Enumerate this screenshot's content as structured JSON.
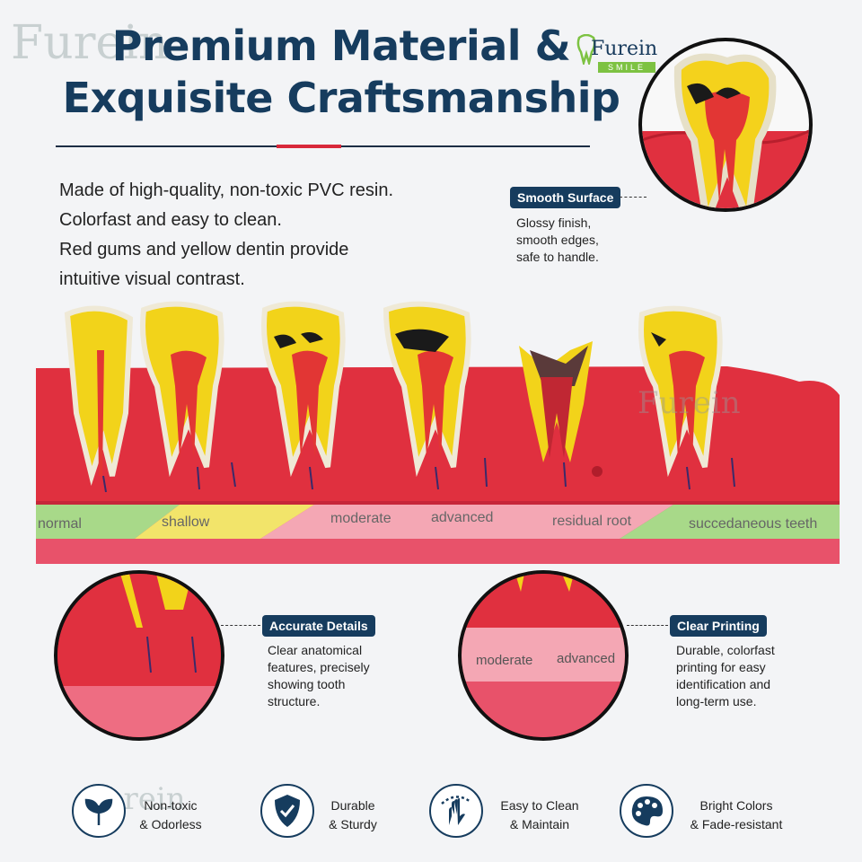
{
  "header": {
    "title_line1": "Premium Material &",
    "title_line2": "Exquisite Craftsmanship",
    "brand_word": "Furein",
    "brand_tagline": "SMILE"
  },
  "intro": {
    "lines": [
      "Made of high-quality, non-toxic PVC resin.",
      "Colorfast and easy to clean.",
      "Red gums and yellow dentin provide",
      "intuitive visual contrast."
    ]
  },
  "model": {
    "stages": [
      "normal",
      "shallow",
      "moderate",
      "advanced",
      "residual root",
      "succedaneous teeth"
    ]
  },
  "callouts": {
    "smooth": {
      "title": "Smooth Surface",
      "lines": [
        "Glossy finish,",
        "smooth edges,",
        "safe to handle."
      ]
    },
    "accurate": {
      "title": "Accurate Details",
      "lines": [
        "Clear anatomical",
        "features, precisely",
        "showing tooth",
        "structure."
      ]
    },
    "printing": {
      "title": "Clear Printing",
      "lines": [
        "Durable, colorfast",
        "printing for easy",
        "identification and",
        "long-term use."
      ],
      "zoom_labels": [
        "moderate",
        "advanced"
      ]
    }
  },
  "features": [
    {
      "icon": "leaf-icon",
      "line1": "Non-toxic",
      "line2": "& Odorless"
    },
    {
      "icon": "shield-check-icon",
      "line1": "Durable",
      "line2": "& Sturdy"
    },
    {
      "icon": "hand-wipe-icon",
      "line1": "Easy to Clean",
      "line2": "& Maintain"
    },
    {
      "icon": "palette-icon",
      "line1": "Bright Colors",
      "line2": "& Fade-resistant"
    }
  ],
  "colors": {
    "navy": "#163c5e",
    "accent_red": "#d8283a",
    "gum_red": "#e0303f",
    "dentin_yellow": "#f2d31a",
    "band_green": "#a8d989",
    "band_pink": "#f4a7b4"
  }
}
